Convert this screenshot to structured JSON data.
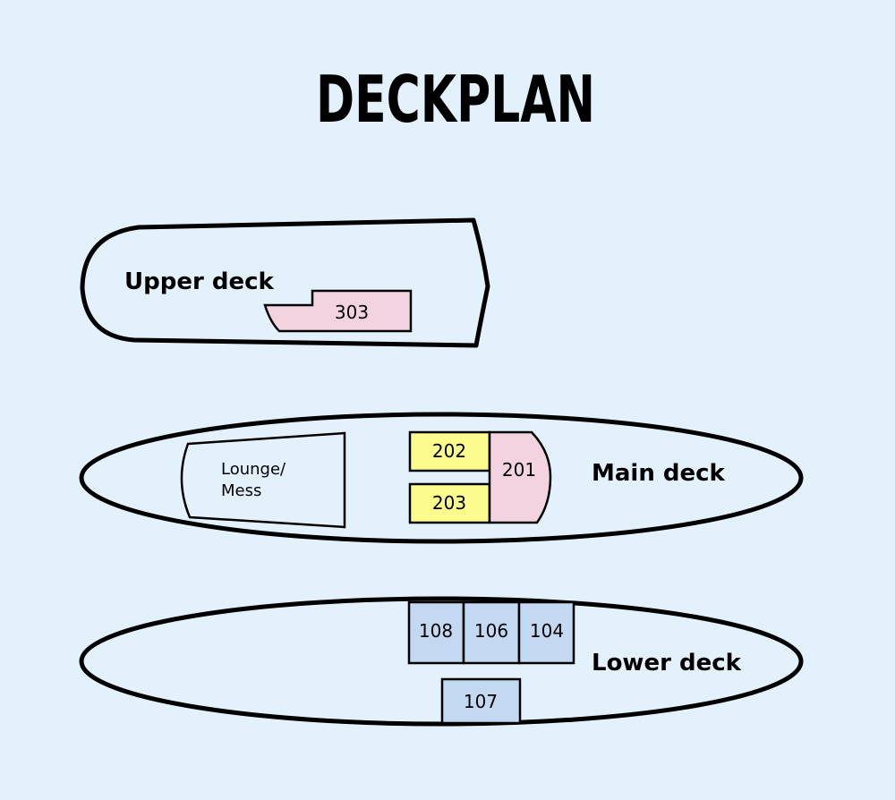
{
  "title": "DECKPLAN",
  "colors": {
    "background": "#e2f1fb",
    "pink_cabin": "#f4d3e0",
    "yellow_cabin": "#fcfc8e",
    "blue_cabin": "#c3d8f1"
  },
  "decks": {
    "upper": {
      "label": "Upper deck",
      "rooms": {
        "r303": "303"
      }
    },
    "main": {
      "label": "Main deck",
      "lounge_line1": "Lounge/",
      "lounge_line2": "Mess",
      "rooms": {
        "r201": "201",
        "r202": "202",
        "r203": "203"
      }
    },
    "lower": {
      "label": "Lower deck",
      "rooms": {
        "r104": "104",
        "r106": "106",
        "r107": "107",
        "r108": "108"
      }
    }
  }
}
